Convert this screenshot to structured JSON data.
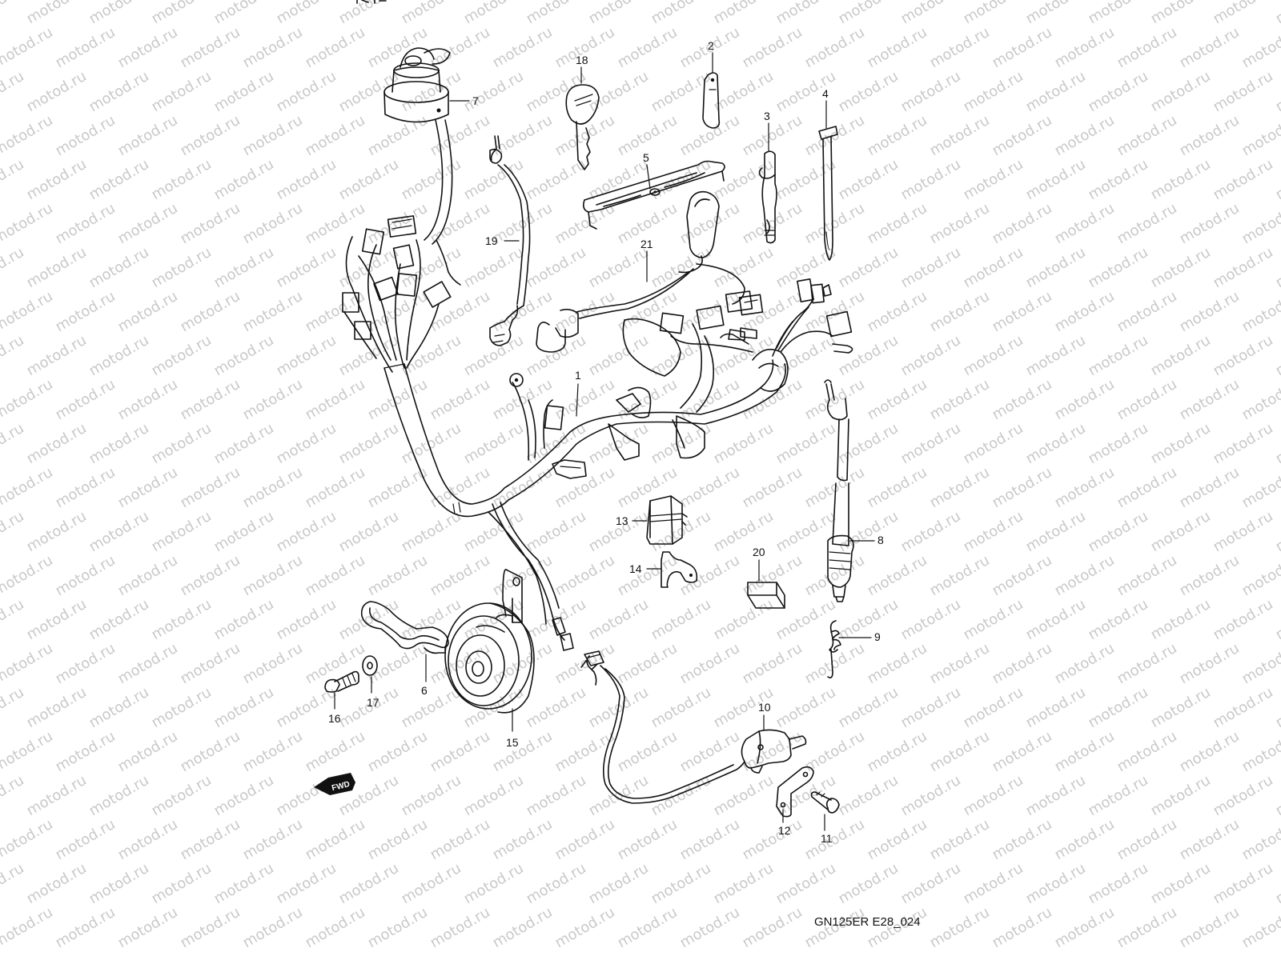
{
  "figure": {
    "caption": "GN125ER E28_024",
    "watermark": "motod.ru",
    "direction_label": "FWD"
  },
  "callouts": [
    {
      "id": "1",
      "part": "wiring-harness"
    },
    {
      "id": "2",
      "part": "clamp"
    },
    {
      "id": "3",
      "part": "clamp"
    },
    {
      "id": "4",
      "part": "band"
    },
    {
      "id": "5",
      "part": "clamp-plate"
    },
    {
      "id": "6",
      "part": "strap"
    },
    {
      "id": "7",
      "part": "ignition-switch"
    },
    {
      "id": "8",
      "part": "rear-brake-light-switch"
    },
    {
      "id": "9",
      "part": "spring"
    },
    {
      "id": "10",
      "part": "side-stand-switch"
    },
    {
      "id": "11",
      "part": "screw"
    },
    {
      "id": "12",
      "part": "bracket"
    },
    {
      "id": "13",
      "part": "relay"
    },
    {
      "id": "14",
      "part": "relay-holder"
    },
    {
      "id": "15",
      "part": "horn"
    },
    {
      "id": "16",
      "part": "bolt"
    },
    {
      "id": "17",
      "part": "washer"
    },
    {
      "id": "18",
      "part": "key"
    },
    {
      "id": "19",
      "part": "lead-wire"
    },
    {
      "id": "20",
      "part": "pad"
    },
    {
      "id": "21",
      "part": "plug-cap"
    }
  ]
}
